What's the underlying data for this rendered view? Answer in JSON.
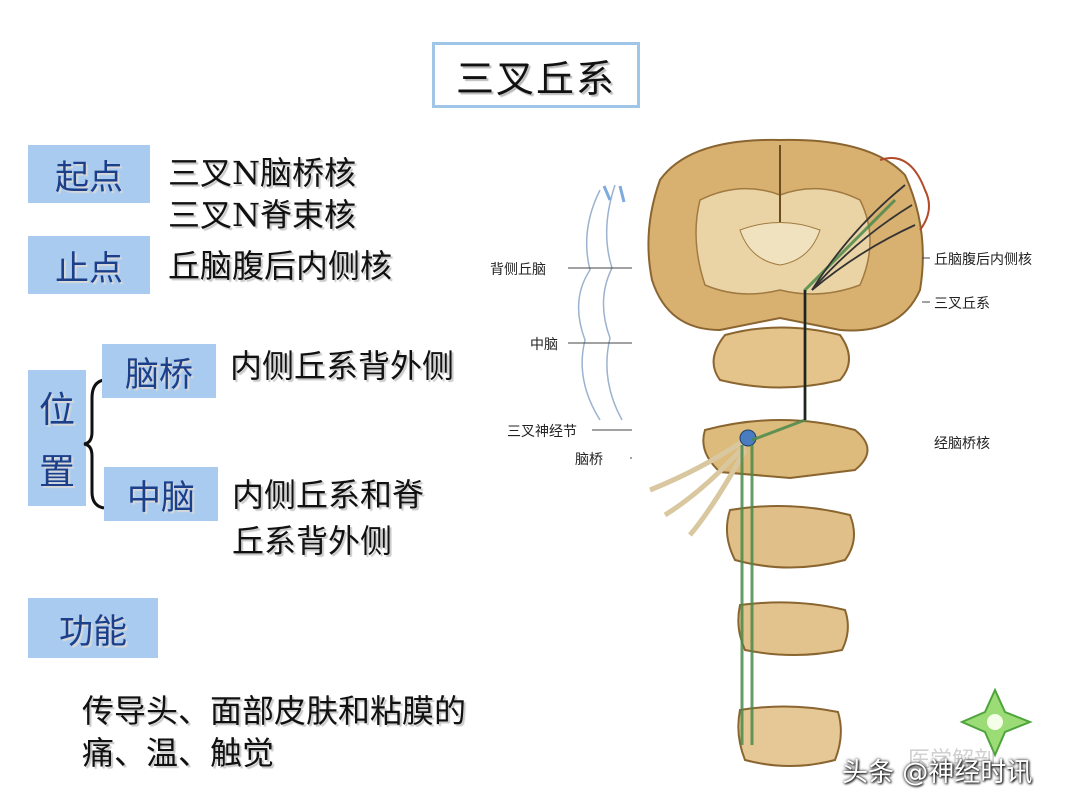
{
  "title": "三叉丘系",
  "origin": {
    "label": "起点",
    "lines": [
      "三叉N脑桥核",
      "三叉N脊束核"
    ]
  },
  "termination": {
    "label": "止点",
    "text": "丘脑腹后内侧核"
  },
  "position": {
    "label_chars": [
      "位",
      "置"
    ],
    "pons": {
      "label": "脑桥",
      "text": "内侧丘系背外侧"
    },
    "midbrain": {
      "label": "中脑",
      "lines": [
        "内侧丘系和脊",
        "丘系背外侧"
      ]
    }
  },
  "function": {
    "label": "功能",
    "lines": [
      "传导头、面部皮肤和粘膜的",
      "痛、温、触觉"
    ]
  },
  "figure_labels": {
    "left": [
      "背侧丘脑",
      "中脑",
      "三叉神经节",
      "脑桥"
    ],
    "right": [
      "丘脑腹后内侧核",
      "三叉丘系",
      "经脑桥核"
    ]
  },
  "watermark": "头条 @神经时讯",
  "faint_watermark": "医学解剖"
}
